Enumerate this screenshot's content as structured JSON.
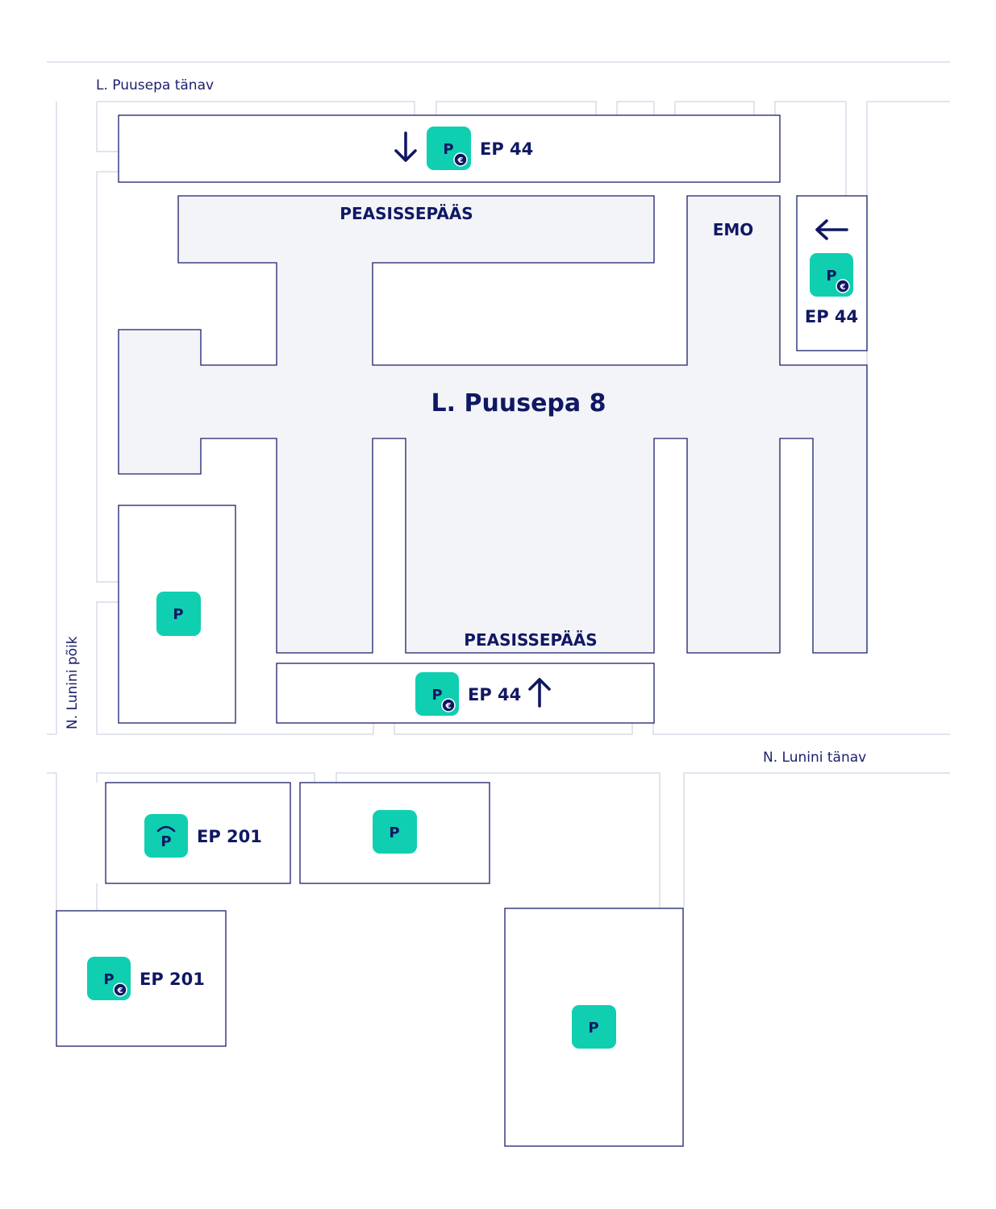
{
  "streets": {
    "top": "L. Puusepa tänav",
    "left": "N. Lunini põik",
    "bottom": "N. Lunini tänav"
  },
  "building": {
    "name": "L. Puusepa 8",
    "entrance_top": "PEASISSEPÄÄS",
    "entrance_bottom": "PEASISSEPÄÄS",
    "emo": "EMO"
  },
  "parking": {
    "top_lot": {
      "code": "EP 44",
      "icon": "paid-parking-icon",
      "arrow": "down"
    },
    "right_lot": {
      "code": "EP 44",
      "icon": "paid-parking-icon",
      "arrow": "left"
    },
    "bottom_lot": {
      "code": "EP 44",
      "icon": "paid-parking-icon",
      "arrow": "up"
    },
    "left_lot": {
      "icon": "parking-icon",
      "glyph": "P"
    },
    "south_lot_1": {
      "code": "EP 201",
      "icon": "covered-parking-icon"
    },
    "south_lot_2": {
      "icon": "parking-icon",
      "glyph": "P"
    },
    "south_lot_3": {
      "code": "EP 201",
      "icon": "paid-parking-icon"
    },
    "south_lot_4": {
      "icon": "parking-icon",
      "glyph": "P"
    },
    "paid_glyph": "P",
    "euro_glyph": "€"
  },
  "colors": {
    "navy": "#101863",
    "teal": "#0fcfb0",
    "building_fill": "#f3f4f8",
    "street_lines": "#d9dbe9"
  }
}
